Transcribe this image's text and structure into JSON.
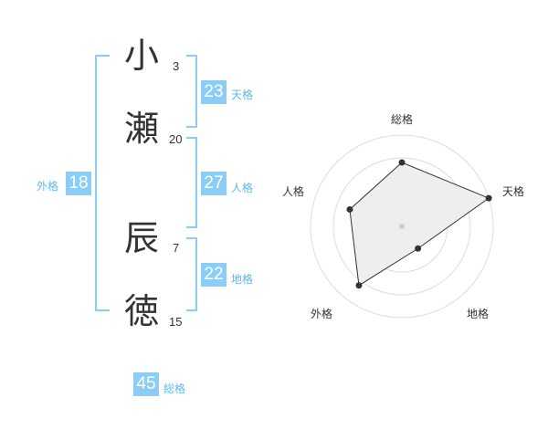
{
  "name": {
    "characters": [
      {
        "char": "小",
        "strokes": "3"
      },
      {
        "char": "瀬",
        "strokes": "20"
      },
      {
        "char": "辰",
        "strokes": "7"
      },
      {
        "char": "徳",
        "strokes": "15"
      }
    ]
  },
  "fortunes": {
    "tenkaku": {
      "value": "23",
      "label": "天格"
    },
    "jinkaku": {
      "value": "27",
      "label": "人格"
    },
    "chikaku": {
      "value": "22",
      "label": "地格"
    },
    "gaikaku": {
      "value": "18",
      "label": "外格"
    },
    "soukaku": {
      "value": "45",
      "label": "総格"
    }
  },
  "colors": {
    "accent": "#8ccdf5",
    "accent_text": "#5bb8ee",
    "radar_fill": "#eeeeee"
  },
  "chart_data": {
    "type": "radar",
    "axes": [
      "総格",
      "天格",
      "地格",
      "外格",
      "人格"
    ],
    "values": [
      0.7,
      1.0,
      0.3,
      0.8,
      0.6
    ],
    "rings": 4
  }
}
